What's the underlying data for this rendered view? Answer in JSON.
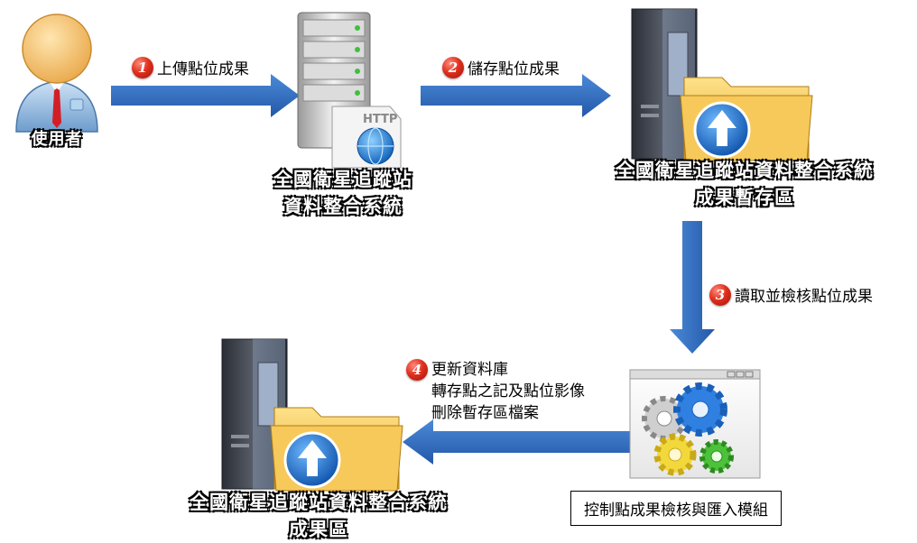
{
  "user": {
    "label": "使用者"
  },
  "steps": {
    "s1": {
      "num": "1",
      "text": "上傳點位成果"
    },
    "s2": {
      "num": "2",
      "text": "儲存點位成果"
    },
    "s3": {
      "num": "3",
      "text": "讀取並檢核點位成果"
    },
    "s4": {
      "num": "4",
      "lines": [
        "更新資料庫",
        "轉存點之記及點位影像",
        "刪除暫存區檔案"
      ]
    }
  },
  "nodes": {
    "web_server": {
      "line1": "全國衛星追蹤站",
      "line2": "資料整合系統",
      "tag": "HTTP"
    },
    "temp_area": {
      "line1": "全國衛星追蹤站資料整合系統",
      "line2": "成果暫存區"
    },
    "result_area": {
      "line1": "全國衛星追蹤站資料整合系統",
      "line2": "成果區"
    },
    "module": {
      "label": "控制點成果檢核與匯入模組"
    }
  },
  "colors": {
    "arrow": "#2f6fc0",
    "badge": "#e0301e",
    "folder": "#f2c44a"
  }
}
